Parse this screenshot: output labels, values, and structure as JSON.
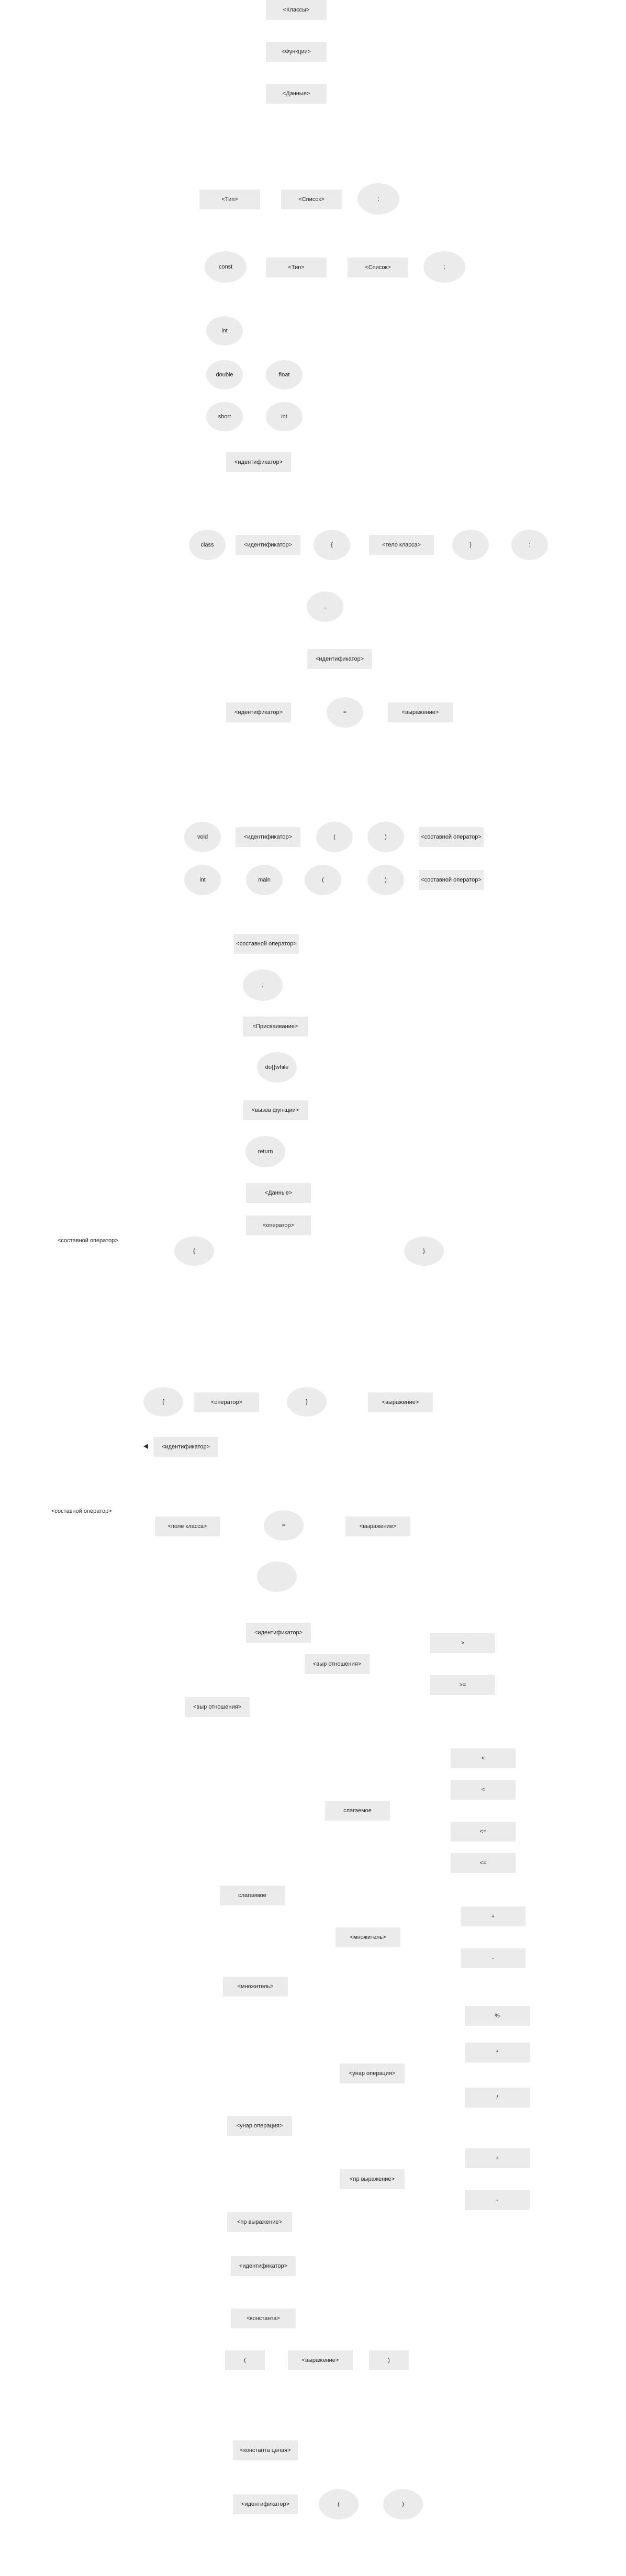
{
  "nodes": {
    "classes": "<Классы>",
    "functions": "<Функции>",
    "data": "<Данные>",
    "d_type": "<Тип>",
    "d_list": "<Список>",
    "d_semi": ";",
    "c_const": "const",
    "c_type": "<Тип>",
    "c_list": "<Список>",
    "c_semi": ";",
    "t_int": "int",
    "t_double": "double",
    "t_float": "float",
    "t_short": "short",
    "t_int2": "int",
    "ident_a": "<идентификатор>",
    "cl_class": "class",
    "cl_ident": "<идентификатор>",
    "cl_lbrace": "{",
    "cl_body": "<тело класса>",
    "cl_rbrace": "}",
    "cl_semi": ";",
    "list_comma": ",",
    "list_ident": "<идентификатор>",
    "as_ident": "<идентификатор>",
    "as_eq": "=",
    "as_expr": "<выражение>",
    "fv_void": "void",
    "fv_ident": "<идентификатор>",
    "fv_lp": "(",
    "fv_rp": ")",
    "fv_block": "<составной оператор>",
    "fm_int": "int",
    "fm_main": "main",
    "fm_lp": "(",
    "fm_rp": ")",
    "fm_block": "<составной оператор>",
    "op_block": "<составной оператор>",
    "op_semi": ";",
    "op_assign": "<Присваивание>",
    "op_dowhile": "do{}while",
    "op_call": "<вызов функции>",
    "op_return": "return",
    "op_data": "<Данные>",
    "op_stmt": "<оператор>",
    "blk_label": "<составной оператор>",
    "blk_lbrace": "{",
    "blk_rbrace": "}",
    "dw_lbrace": "{",
    "dw_stmt": "<оператор>",
    "dw_rbrace": "}",
    "dw_expr": "<выражение>",
    "call_ident": "<идентификатор>",
    "f_label": "<составной оператор>",
    "f_field": "<поле класса>",
    "f_eq": "=",
    "f_expr": "<выражение>",
    "ex_ident": "<идентификатор>",
    "ex_rel": "<выр отношения>",
    "ex_gt": ">",
    "ex_ge": ">=",
    "ex_rel2": "<выр отношения>",
    "cmp_lt": "<",
    "cmp_lt2": "<",
    "cmp_le": "<=",
    "cmp_le2": "<=",
    "add_ops": "слагаемое",
    "add_ops2": "слагаемое",
    "mul_a": "<множитель>",
    "plus": "+",
    "minus": "-",
    "mul_b": "<множитель>",
    "pct": "%",
    "star": "*",
    "slash": "/",
    "unary_a": "<унар операция>",
    "unary_b": "<унар операция>",
    "unplus": "+",
    "unminus": "-",
    "prim_a": "<пр выражение>",
    "prim_b": "<пр выражение>",
    "pr_ident": "<идентификатор>",
    "pr_const": "<константа>",
    "pr_lp": "(",
    "pr_expr": "<выражение>",
    "pr_rp": ")",
    "int_const": "<константа целая>",
    "last_ident": "<идентификатор>",
    "last_lp": "(",
    "last_rp": ")"
  }
}
